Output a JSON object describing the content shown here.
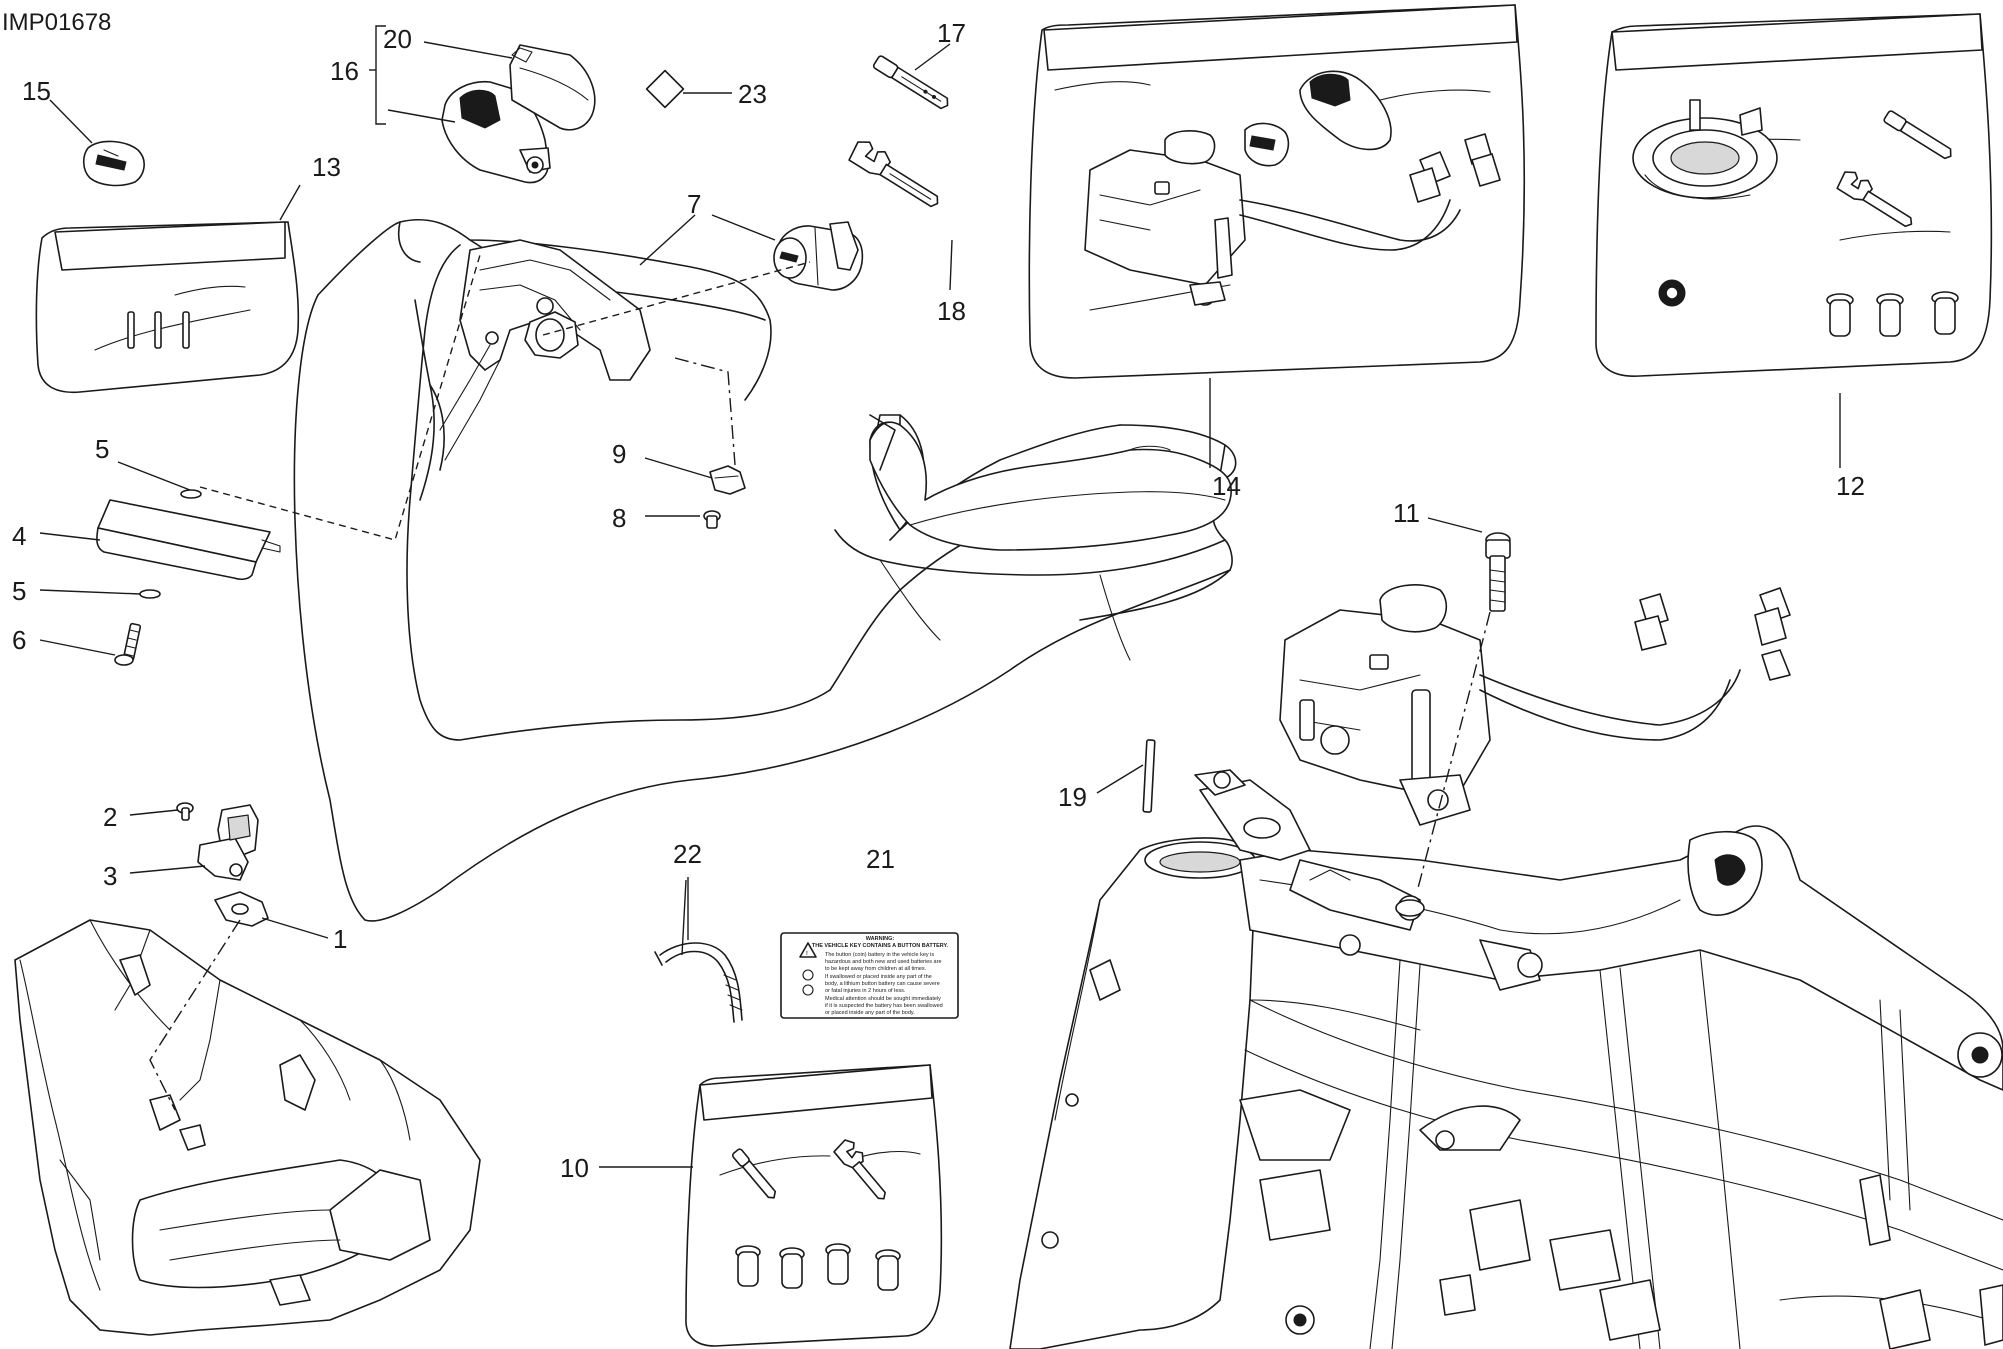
{
  "diagram": {
    "document_code": "IMP01678",
    "callouts": [
      "1",
      "2",
      "3",
      "4",
      "5",
      "6",
      "7",
      "8",
      "9",
      "10",
      "11",
      "12",
      "13",
      "14",
      "15",
      "16",
      "17",
      "18",
      "19",
      "20",
      "21",
      "22",
      "23"
    ],
    "warning_label": {
      "title": "WARNING:",
      "subtitle": "THE VEHICLE KEY CONTAINS A BUTTON BATTERY.",
      "lines": [
        "The button (coin) battery in the vehicle key is",
        "hazardous and both new and used batteries are",
        "to be kept away from children at all times.",
        "If swallowed or placed inside any part of the",
        "body, a lithium button battery can cause severe",
        "or fatal injuries in 2 hours of less.",
        "Medical attention should be sought immediately",
        "if it is suspected the battery has been swallowed",
        "or placed inside any part of the body."
      ]
    }
  }
}
